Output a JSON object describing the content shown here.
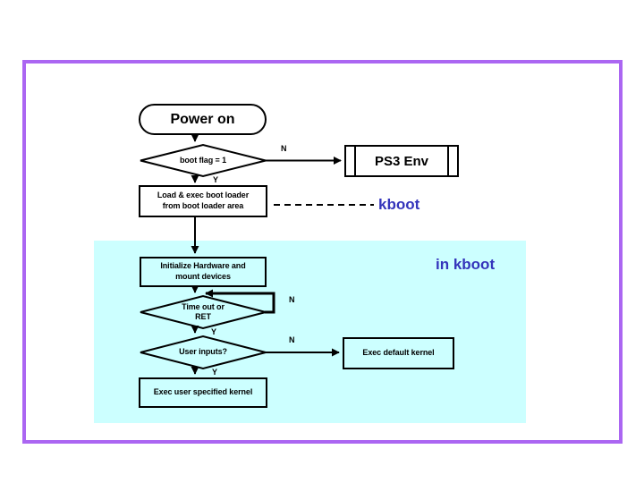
{
  "diagram": {
    "nodes": {
      "power_on": {
        "label": "Power on"
      },
      "boot_flag": {
        "label": "boot flag = 1"
      },
      "ps3_env": {
        "label": "PS3 Env"
      },
      "load_boot": {
        "line1": "Load & exec boot loader",
        "line2": "from boot loader area"
      },
      "init_hw": {
        "line1": "Initialize Hardware and",
        "line2": "mount devices"
      },
      "timeout": {
        "line1": "Time out or",
        "line2": "RET"
      },
      "user_inputs": {
        "label": "User inputs?"
      },
      "exec_default": {
        "label": "Exec default kernel"
      },
      "exec_user": {
        "label": "Exec user specified kernel"
      }
    },
    "edge_labels": {
      "boot_flag_no": "N",
      "boot_flag_yes": "Y",
      "timeout_no": "N",
      "timeout_yes": "Y",
      "user_inputs_no": "N",
      "user_inputs_yes": "Y"
    },
    "annotations": {
      "kboot": "kboot",
      "in_kboot": "in kboot"
    },
    "colors": {
      "frame_border": "#ab66f2",
      "kboot_region_bg": "#ccffff",
      "annotation_text": "#3434bb",
      "line": "#000000"
    }
  }
}
